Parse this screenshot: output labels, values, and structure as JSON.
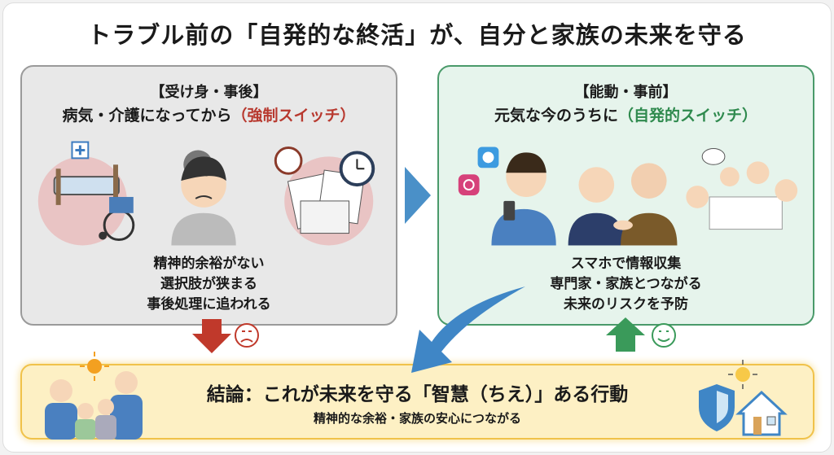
{
  "title": "トラブル前の「自発的な終活」が、自分と家族の未来を守る",
  "left": {
    "heading": "【受け身・事後】",
    "subheading": "病気・介護になってから",
    "switch_label": "（強制スイッチ）",
    "points": [
      "精神的余裕がない",
      "選択肢が狭まる",
      "事後処理に追われる"
    ],
    "icons": [
      "hospital-bed-icon",
      "wheelchair-icon",
      "worried-person-icon",
      "clock-icon",
      "documents-icon",
      "sad-face-icon",
      "down-arrow-icon"
    ]
  },
  "right": {
    "heading": "【能動・事前】",
    "subheading": "元気な今のうちに",
    "switch_label": "（自発的スイッチ）",
    "points": [
      "スマホで情報収集",
      "専門家・家族とつながる",
      "未来のリスクを予防"
    ],
    "icons": [
      "twitter-icon",
      "instagram-icon",
      "smartphone-person-icon",
      "handshake-icon",
      "family-meeting-icon",
      "smile-face-icon",
      "up-arrow-icon"
    ]
  },
  "conclusion": {
    "main": "結論：これが未来を守る「智慧（ちえ）」ある行動",
    "sub": "精神的な余裕・家族の安心につながる",
    "icons": [
      "family-icon",
      "sun-icon",
      "shield-icon",
      "house-icon"
    ]
  },
  "colors": {
    "red": "#b8392f",
    "green": "#2f8a4e",
    "blue": "#3f86c6",
    "yellow": "#fdf0c4"
  }
}
